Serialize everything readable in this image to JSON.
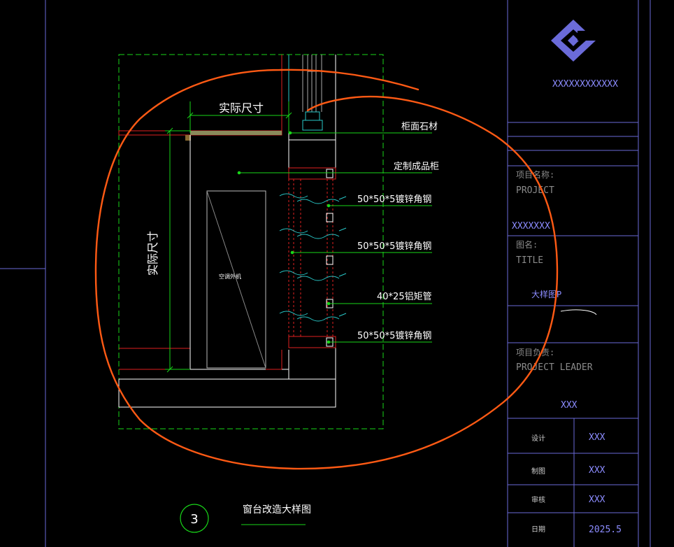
{
  "colors": {
    "background": "#000000",
    "white": "#ffffff",
    "green": "#19d619",
    "red": "#e02020",
    "cyan": "#28c8c8",
    "blue_frame": "#6a6ad8",
    "blue_text": "#8c8cff",
    "orange_markup": "#ff5a14",
    "gray_hatch": "#8a8a5a",
    "logo": "#6b6bd9"
  },
  "drawing": {
    "dimensions": {
      "actual_size_h": "实际尺寸",
      "actual_size_v": "实际尺寸"
    },
    "unit_label": "空调外机",
    "callouts": {
      "c1": "柜面石材",
      "c2": "定制成品柜",
      "c3": "50*50*5镀锌角钢",
      "c4": "50*50*5镀锌角钢",
      "c5": "40*25铝矩管",
      "c6": "50*50*5镀锌角钢"
    },
    "detail_number": "3",
    "detail_title": "窗台改造大样图"
  },
  "title_block": {
    "company": "XXXXXXXXXXXX",
    "project_label_cn": "项目名称:",
    "project_label_en": "PROJECT",
    "project_value": "XXXXXXX",
    "drawing_label_cn": "图名:",
    "drawing_label_en": "TITLE",
    "drawing_value": "大样图P",
    "leader_label_cn": "项目负责:",
    "leader_label_en": "PROJECT LEADER",
    "leader_value": "XXX",
    "rows": [
      {
        "label": "设计",
        "value": "XXX"
      },
      {
        "label": "制图",
        "value": "XXX"
      },
      {
        "label": "审核",
        "value": "XXX"
      },
      {
        "label": "日期",
        "value": "2025.5"
      }
    ]
  }
}
